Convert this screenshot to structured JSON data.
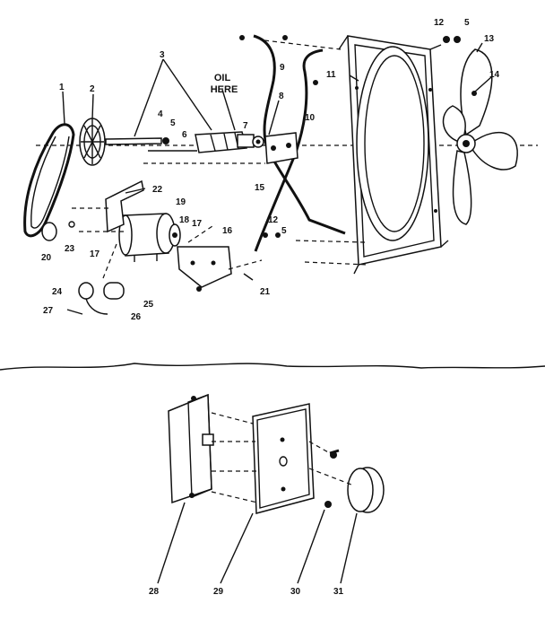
{
  "callout_note": {
    "line1": "OIL",
    "line2": "HERE"
  },
  "parts": [
    {
      "id": "belt",
      "label": "1"
    },
    {
      "id": "motor-pulley",
      "label": "2"
    },
    {
      "id": "shaft",
      "label": "3"
    },
    {
      "id": "washer-a",
      "label": "4"
    },
    {
      "id": "nut-a",
      "label": "5"
    },
    {
      "id": "spacer",
      "label": "6"
    },
    {
      "id": "bearing",
      "label": "7"
    },
    {
      "id": "frame-bracket",
      "label": "8"
    },
    {
      "id": "bolt-9",
      "label": "9"
    },
    {
      "id": "clip-10",
      "label": "10"
    },
    {
      "id": "fan-shroud",
      "label": "11"
    },
    {
      "id": "bolt-12",
      "label": "12"
    },
    {
      "id": "blade",
      "label": "13"
    },
    {
      "id": "hub-screw",
      "label": "14"
    },
    {
      "id": "bearing-block",
      "label": "15"
    },
    {
      "id": "motor-mount",
      "label": "16"
    },
    {
      "id": "screw-17",
      "label": "17"
    },
    {
      "id": "motor-pulley-small",
      "label": "18"
    },
    {
      "id": "motor",
      "label": "19"
    },
    {
      "id": "pulley-20",
      "label": "20"
    },
    {
      "id": "nut-21",
      "label": "21"
    },
    {
      "id": "bracket-22",
      "label": "22"
    },
    {
      "id": "washer-23",
      "label": "23"
    },
    {
      "id": "switch-24",
      "label": "24"
    },
    {
      "id": "capacitor-25",
      "label": "25"
    },
    {
      "id": "wire-26",
      "label": "26"
    },
    {
      "id": "screw-27",
      "label": "27"
    },
    {
      "id": "switch-bracket",
      "label": "28"
    },
    {
      "id": "plate",
      "label": "29"
    },
    {
      "id": "screw-30",
      "label": "30"
    },
    {
      "id": "knob",
      "label": "31"
    }
  ]
}
